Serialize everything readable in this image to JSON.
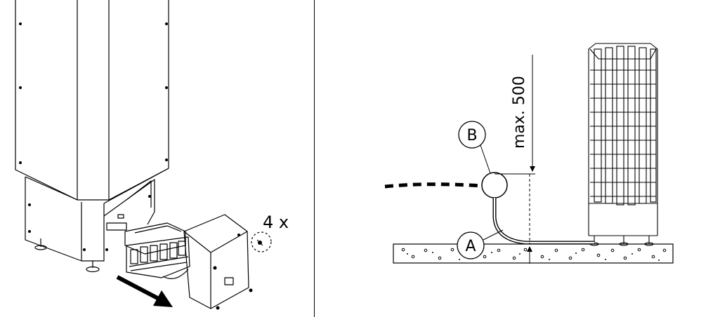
{
  "left_panel": {
    "quantity_label": "4 x"
  },
  "right_panel": {
    "dimension_label": "max. 500",
    "callout_a": "A",
    "callout_b": "B"
  }
}
